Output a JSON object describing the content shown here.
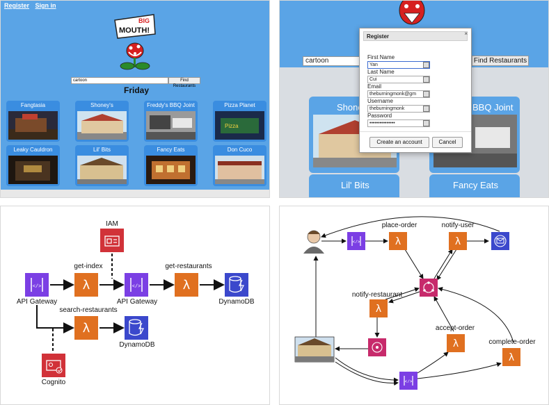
{
  "panel1": {
    "nav": {
      "register": "Register",
      "signin": "Sign in"
    },
    "logo": {
      "line1": "BIG",
      "line2": "MOUTH!"
    },
    "search": {
      "value": "cartoon",
      "button": "Find Restaurants"
    },
    "day": "Friday",
    "restaurants": [
      "Fangtasia",
      "Shoney's",
      "Freddy's BBQ Joint",
      "Pizza Planet",
      "Leaky Cauldron",
      "Lil' Bits",
      "Fancy Eats",
      "Don Cuco"
    ]
  },
  "panel2": {
    "search": {
      "value": "cartoon",
      "button": "Find Restaurants"
    },
    "cards": [
      "Shone",
      "BBQ Joint",
      "Lil' Bits",
      "Fancy Eats"
    ],
    "modal": {
      "title": "Register",
      "close": "×",
      "first_name_label": "First Name",
      "first_name_value": "Yan",
      "last_name_label": "Last Name",
      "last_name_value": "Cui",
      "email_label": "Email",
      "email_value": "theburningmonk@gm",
      "username_label": "Username",
      "username_value": "theburningmonk",
      "password_label": "Password",
      "password_value": "•••••••••••••••",
      "create_button": "Create an account",
      "cancel_button": "Cancel"
    }
  },
  "panel3": {
    "iam": "IAM",
    "get_index": "get-index",
    "get_restaurants": "get-restaurants",
    "api_gateway_1": "API Gateway",
    "api_gateway_2": "API Gateway",
    "dynamodb_1": "DynamoDB",
    "search_restaurants": "search-restaurants",
    "dynamodb_2": "DynamoDB",
    "cognito": "Cognito"
  },
  "panel4": {
    "place_order": "place-order",
    "notify_user": "notify-user",
    "notify_restaurant": "notify-restaurant",
    "accept_order": "accept-order",
    "complete_order": "complete-order"
  },
  "colors": {
    "page_blue": "#5aa4e6",
    "card_blue": "#3a8de0",
    "api_gateway": "#7b3fe4",
    "lambda": "#e07020",
    "dynamodb": "#3b48cc",
    "security": "#d13239",
    "eventbridge": "#c72a6b",
    "sns": "#3b48cc"
  }
}
